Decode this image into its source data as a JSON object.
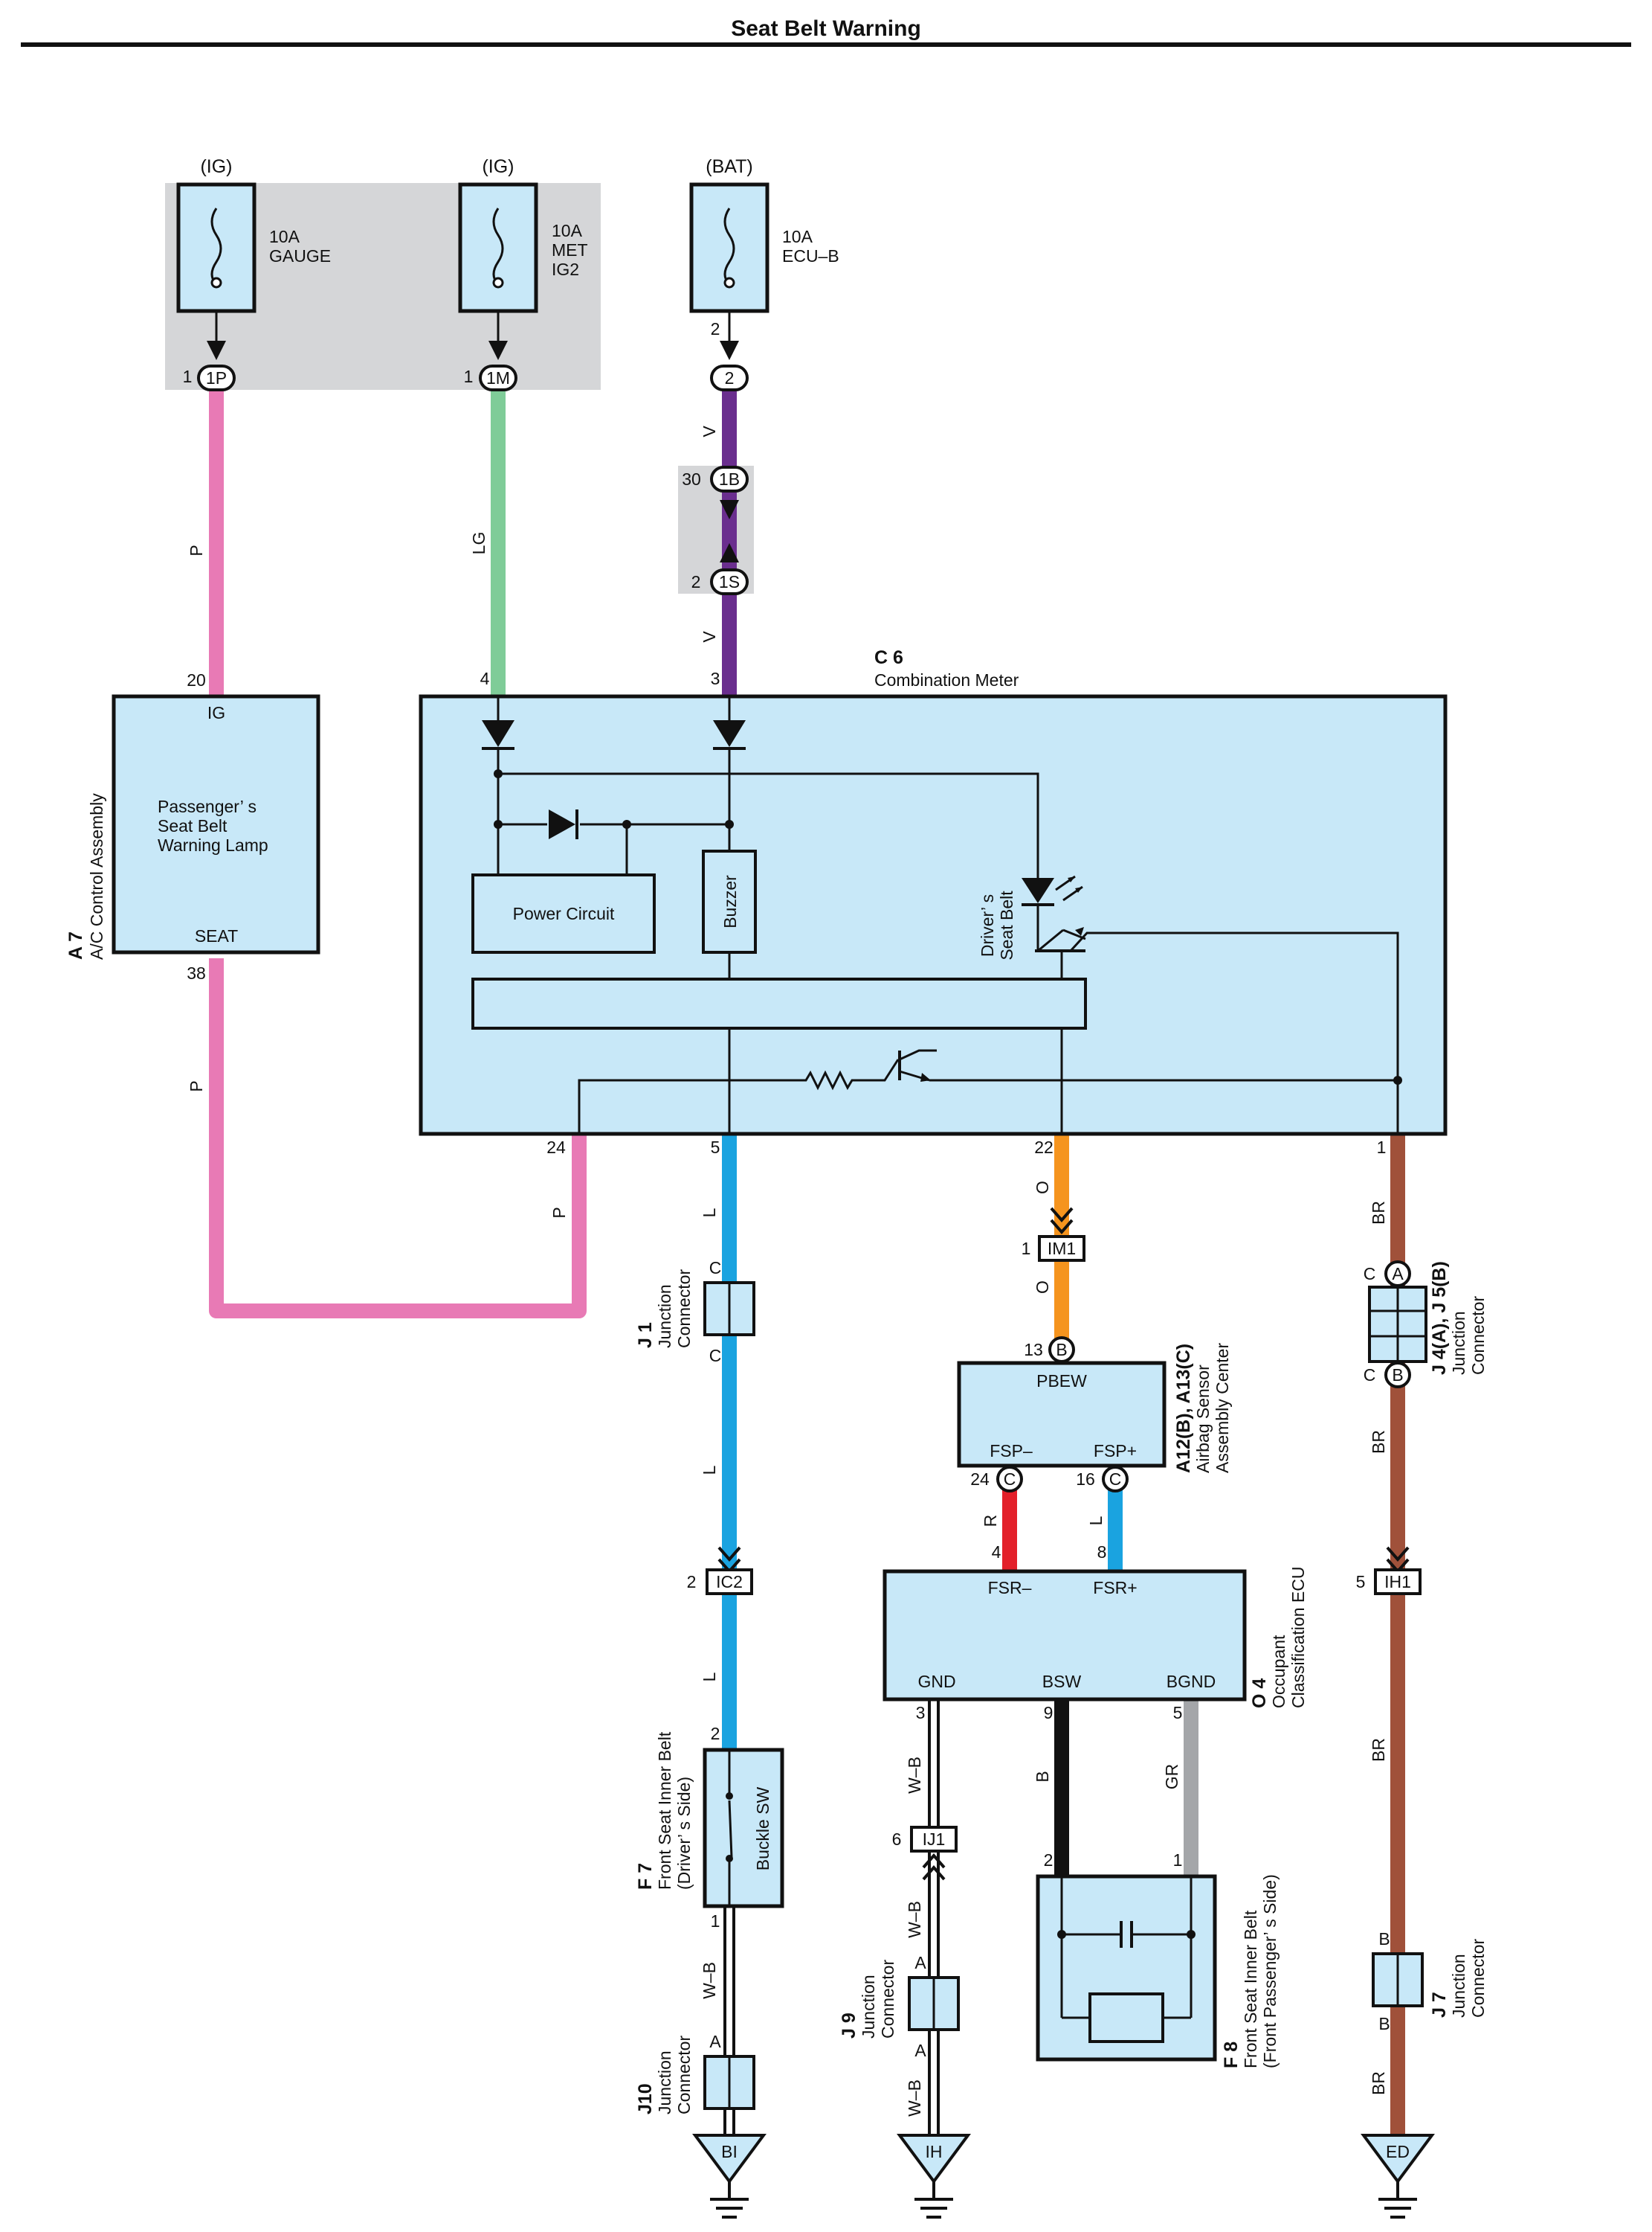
{
  "title": "Seat Belt Warning",
  "fuses": {
    "gauge": {
      "supply": "(IG)",
      "rating": "10A",
      "name": "GAUGE",
      "pin": "1",
      "connector": "1P"
    },
    "met": {
      "supply": "(IG)",
      "rating": "10A",
      "name1": "MET",
      "name2": "IG2",
      "pin": "1",
      "connector": "1M"
    },
    "ecu": {
      "supply": "(BAT)",
      "rating": "10A",
      "name": "ECU–B",
      "pin_top": "2",
      "connector": "2"
    }
  },
  "junction_1b1s": {
    "pin_1b": "30",
    "c_1b": "1B",
    "pin_1s": "2",
    "c_1s": "1S"
  },
  "wires": {
    "p": "P",
    "lg": "LG",
    "v": "V",
    "l": "L",
    "o": "O",
    "br": "BR",
    "r": "R",
    "wb": "W–B",
    "b": "B",
    "gr": "GR"
  },
  "a7": {
    "id": "A 7",
    "name": "A/C Control Assembly",
    "pin_ig": "20",
    "label_ig": "IG",
    "lamp1": "Passenger’ s",
    "lamp2": "Seat Belt",
    "lamp3": "Warning Lamp",
    "label_seat": "SEAT",
    "pin_seat": "38"
  },
  "c6": {
    "id": "C 6",
    "name": "Combination Meter",
    "pin4": "4",
    "pin3": "3",
    "power_circuit": "Power Circuit",
    "buzzer": "Buzzer",
    "drv1": "Driver’ s",
    "drv2": "Seat Belt",
    "pin24": "24",
    "pin5": "5",
    "pin22": "22",
    "pin1": "1"
  },
  "j1": {
    "id": "J 1",
    "name1": "Junction",
    "name2": "Connector",
    "c": "C"
  },
  "im1": {
    "pin": "1",
    "connector": "IM1"
  },
  "ic2": {
    "pin": "2",
    "connector": "IC2"
  },
  "ih1": {
    "pin": "5",
    "connector": "IH1"
  },
  "ij1": {
    "pin": "6",
    "connector": "IJ1"
  },
  "a12": {
    "id": "A12(B), A13(C)",
    "name1": "Airbag Sensor",
    "name2": "Assembly Center",
    "pin13": "13",
    "c_b": "B",
    "pbew": "PBEW",
    "fsp_minus": "FSP–",
    "fsp_plus": "FSP+",
    "pin24": "24",
    "pin16": "16",
    "c_c": "C"
  },
  "j4": {
    "id": "J 4(A), J 5(B)",
    "name1": "Junction",
    "name2": "Connector",
    "c": "C",
    "a": "A",
    "b": "B"
  },
  "o4": {
    "id": "O 4",
    "name1": "Occupant",
    "name2": "Classification ECU",
    "pin4": "4",
    "pin8": "8",
    "fsr_minus": "FSR–",
    "fsr_plus": "FSR+",
    "gnd": "GND",
    "bsw": "BSW",
    "bgnd": "BGND",
    "pin3": "3",
    "pin9": "9",
    "pin5": "5"
  },
  "f7": {
    "id": "F 7",
    "name1": "Front Seat Inner Belt",
    "name2": "(Driver’ s Side)",
    "sw": "Buckle SW",
    "pin2": "2",
    "pin1": "1"
  },
  "f8": {
    "id": "F 8",
    "name1": "Front Seat Inner Belt",
    "name2": "(Front Passenger’ s Side)",
    "pin2": "2",
    "pin1": "1"
  },
  "j10": {
    "id": "J10",
    "name1": "Junction",
    "name2": "Connector",
    "a": "A"
  },
  "j9": {
    "id": "J 9",
    "name1": "Junction",
    "name2": "Connector",
    "a": "A"
  },
  "j7": {
    "id": "J 7",
    "name1": "Junction",
    "name2": "Connector",
    "b": "B"
  },
  "grounds": {
    "bi": "BI",
    "ih": "IH",
    "ed": "ED"
  },
  "colors": {
    "pink": "#e87ab5",
    "light_green": "#7fcc98",
    "violet": "#6a2e8e",
    "blue": "#1aa3e0",
    "orange": "#f5941e",
    "brown": "#a0513a",
    "red": "#e3202a",
    "black": "#111111",
    "gray": "#a4a6a9",
    "box_fill": "#c8e8f8",
    "gray_area": "#d5d6d8"
  }
}
